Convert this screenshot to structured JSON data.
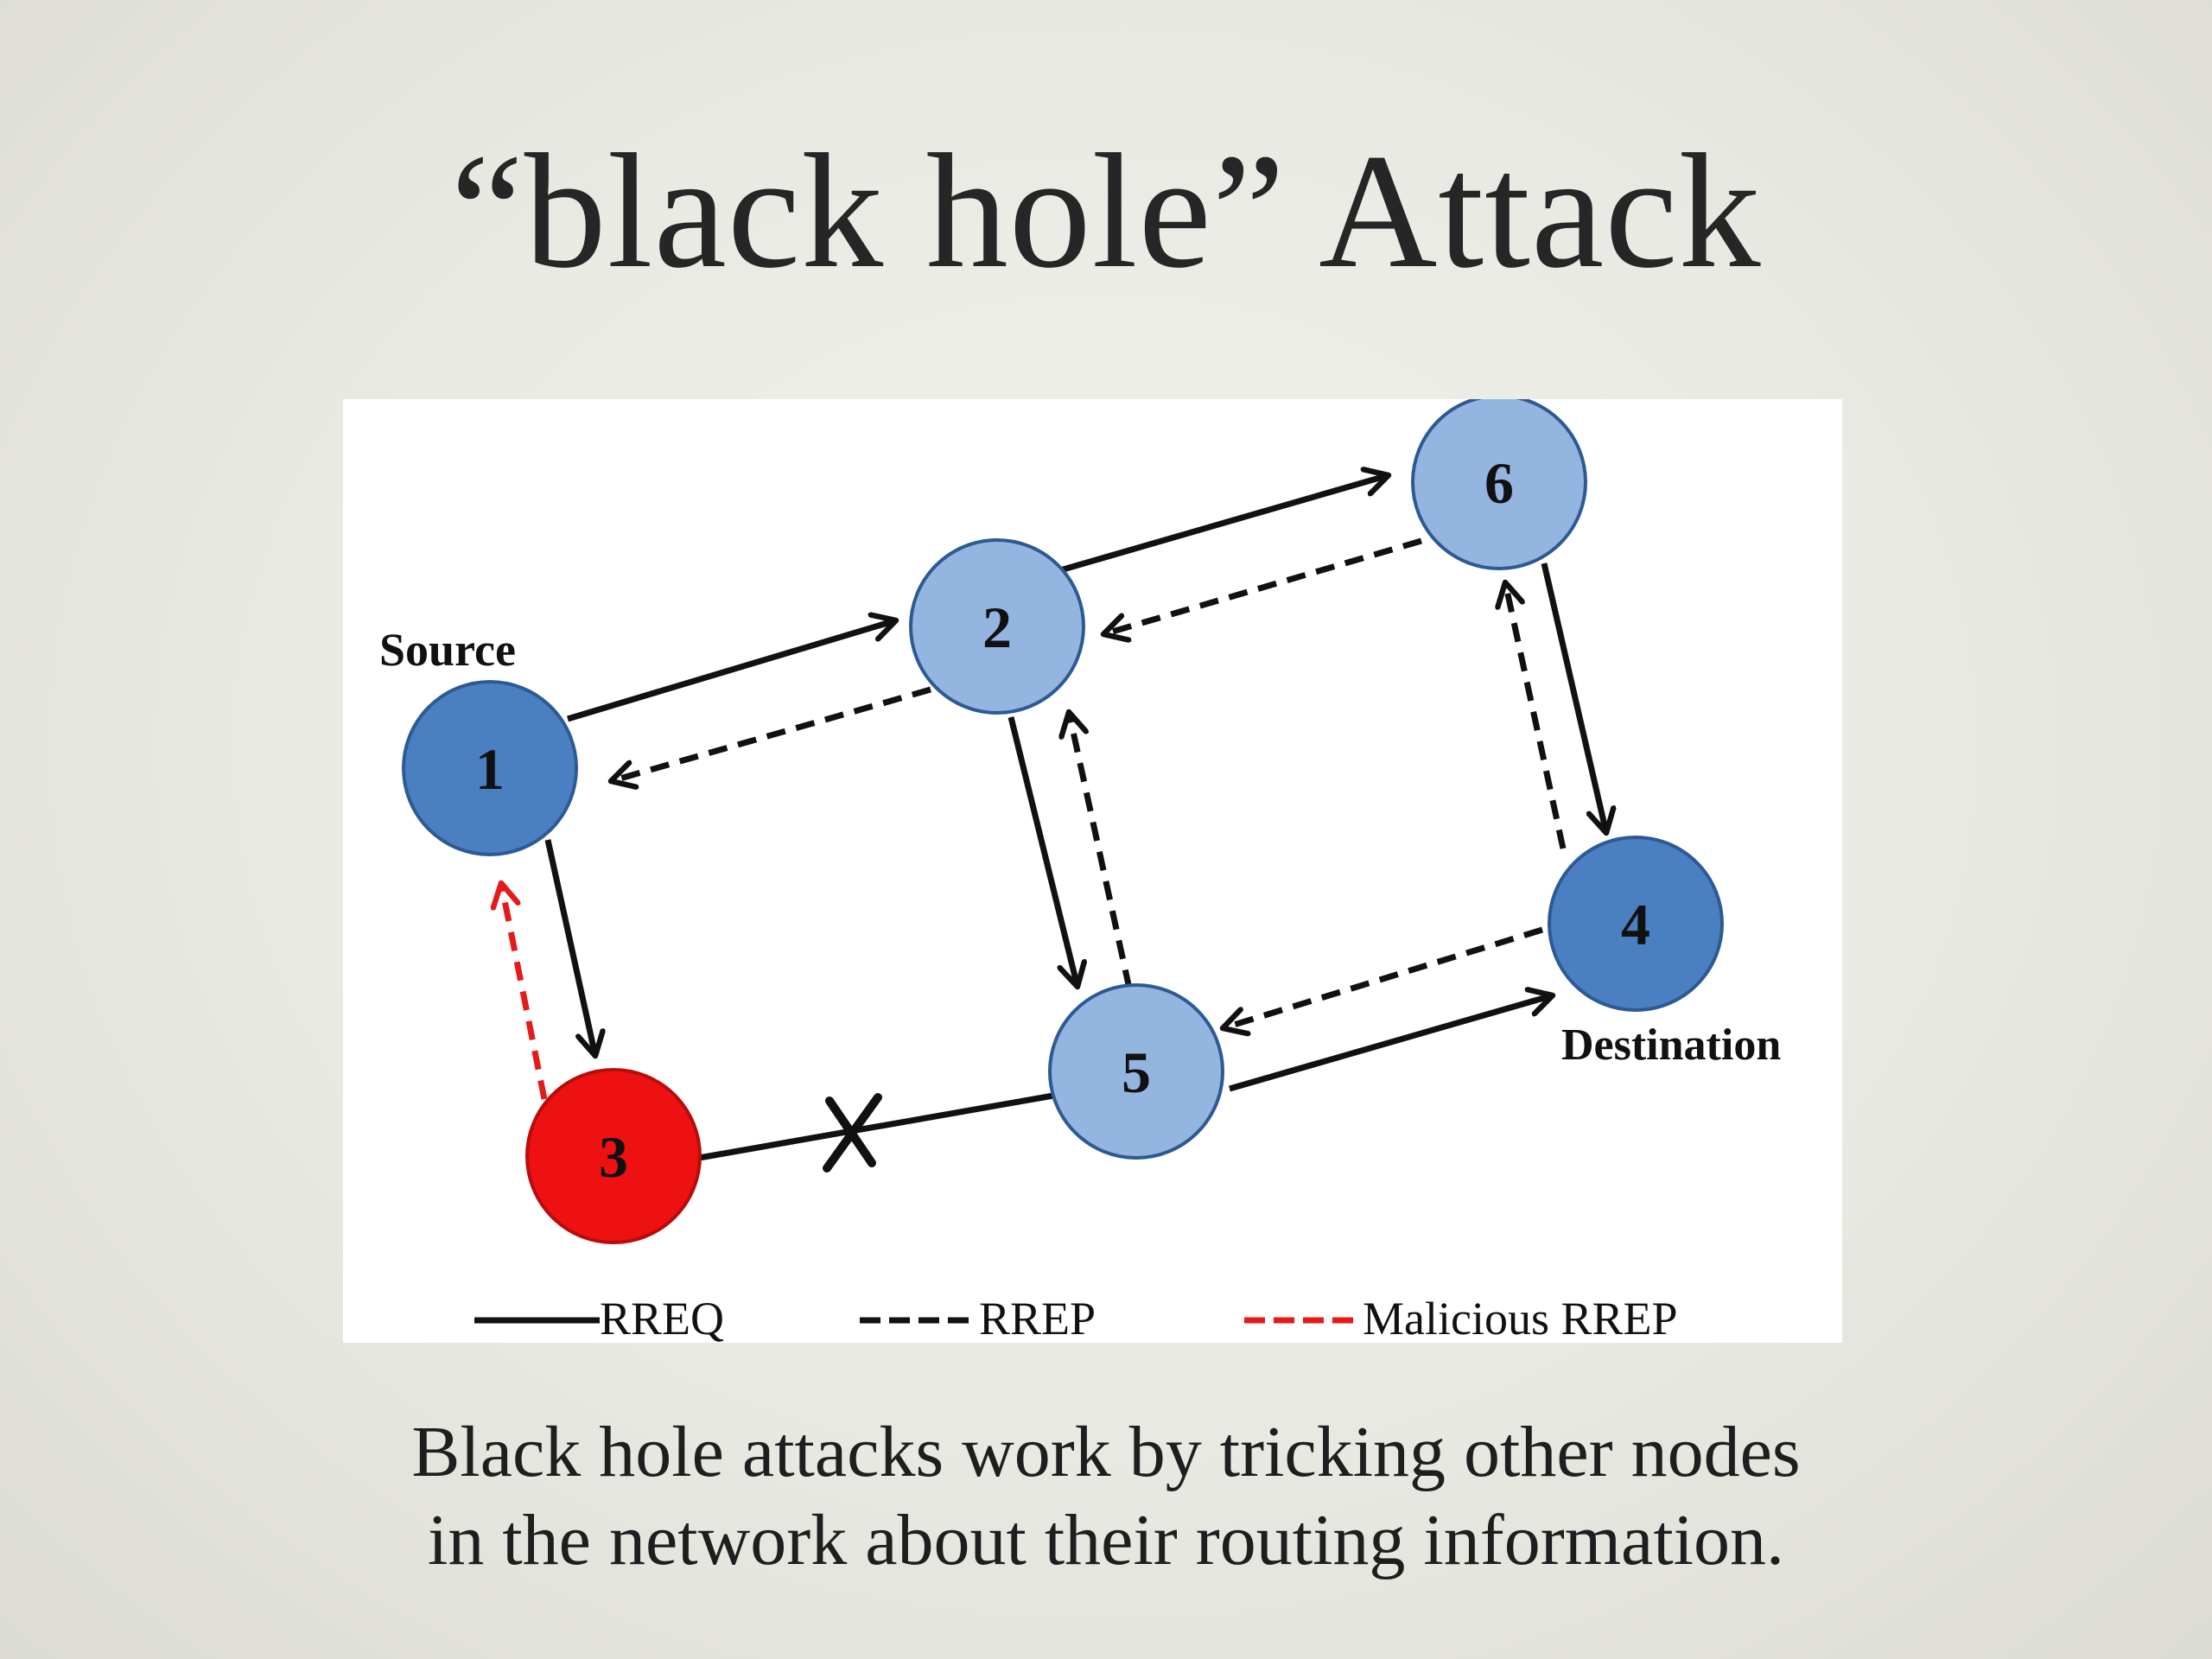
{
  "title": "“black hole” Attack",
  "diagram": {
    "nodes": [
      {
        "id": "1",
        "label": "1",
        "role": "source",
        "color": "#4a7fc1"
      },
      {
        "id": "2",
        "label": "2",
        "role": "intermediate",
        "color": "#93b5e0"
      },
      {
        "id": "3",
        "label": "3",
        "role": "malicious",
        "color": "#ee1111"
      },
      {
        "id": "4",
        "label": "4",
        "role": "destination",
        "color": "#4a7fc1"
      },
      {
        "id": "5",
        "label": "5",
        "role": "intermediate",
        "color": "#93b5e0"
      },
      {
        "id": "6",
        "label": "6",
        "role": "intermediate",
        "color": "#93b5e0"
      }
    ],
    "edges": [
      {
        "from": "1",
        "to": "2",
        "type": "RREQ"
      },
      {
        "from": "2",
        "to": "1",
        "type": "RREP"
      },
      {
        "from": "2",
        "to": "6",
        "type": "RREQ"
      },
      {
        "from": "6",
        "to": "2",
        "type": "RREP"
      },
      {
        "from": "1",
        "to": "3",
        "type": "RREQ"
      },
      {
        "from": "3",
        "to": "1",
        "type": "Malicious RREP"
      },
      {
        "from": "2",
        "to": "5",
        "type": "RREQ"
      },
      {
        "from": "5",
        "to": "2",
        "type": "RREP"
      },
      {
        "from": "6",
        "to": "4",
        "type": "RREQ"
      },
      {
        "from": "4",
        "to": "6",
        "type": "RREP"
      },
      {
        "from": "5",
        "to": "4",
        "type": "RREQ"
      },
      {
        "from": "4",
        "to": "5",
        "type": "RREP"
      },
      {
        "from": "3",
        "to": "5",
        "type": "RREQ",
        "blocked": true
      }
    ],
    "labels": {
      "source": "Source",
      "destination": "Destination"
    },
    "legend": {
      "rreq": "RREQ",
      "rrep": "RREP",
      "malicious": "Malicious RREP"
    },
    "colors": {
      "line": "#111111",
      "malicious_line": "#e31b1b",
      "node_stroke": "#2d5a93"
    }
  },
  "caption": {
    "line1": "Black hole attacks work by tricking other nodes",
    "line2": "in the network about their routing information."
  }
}
